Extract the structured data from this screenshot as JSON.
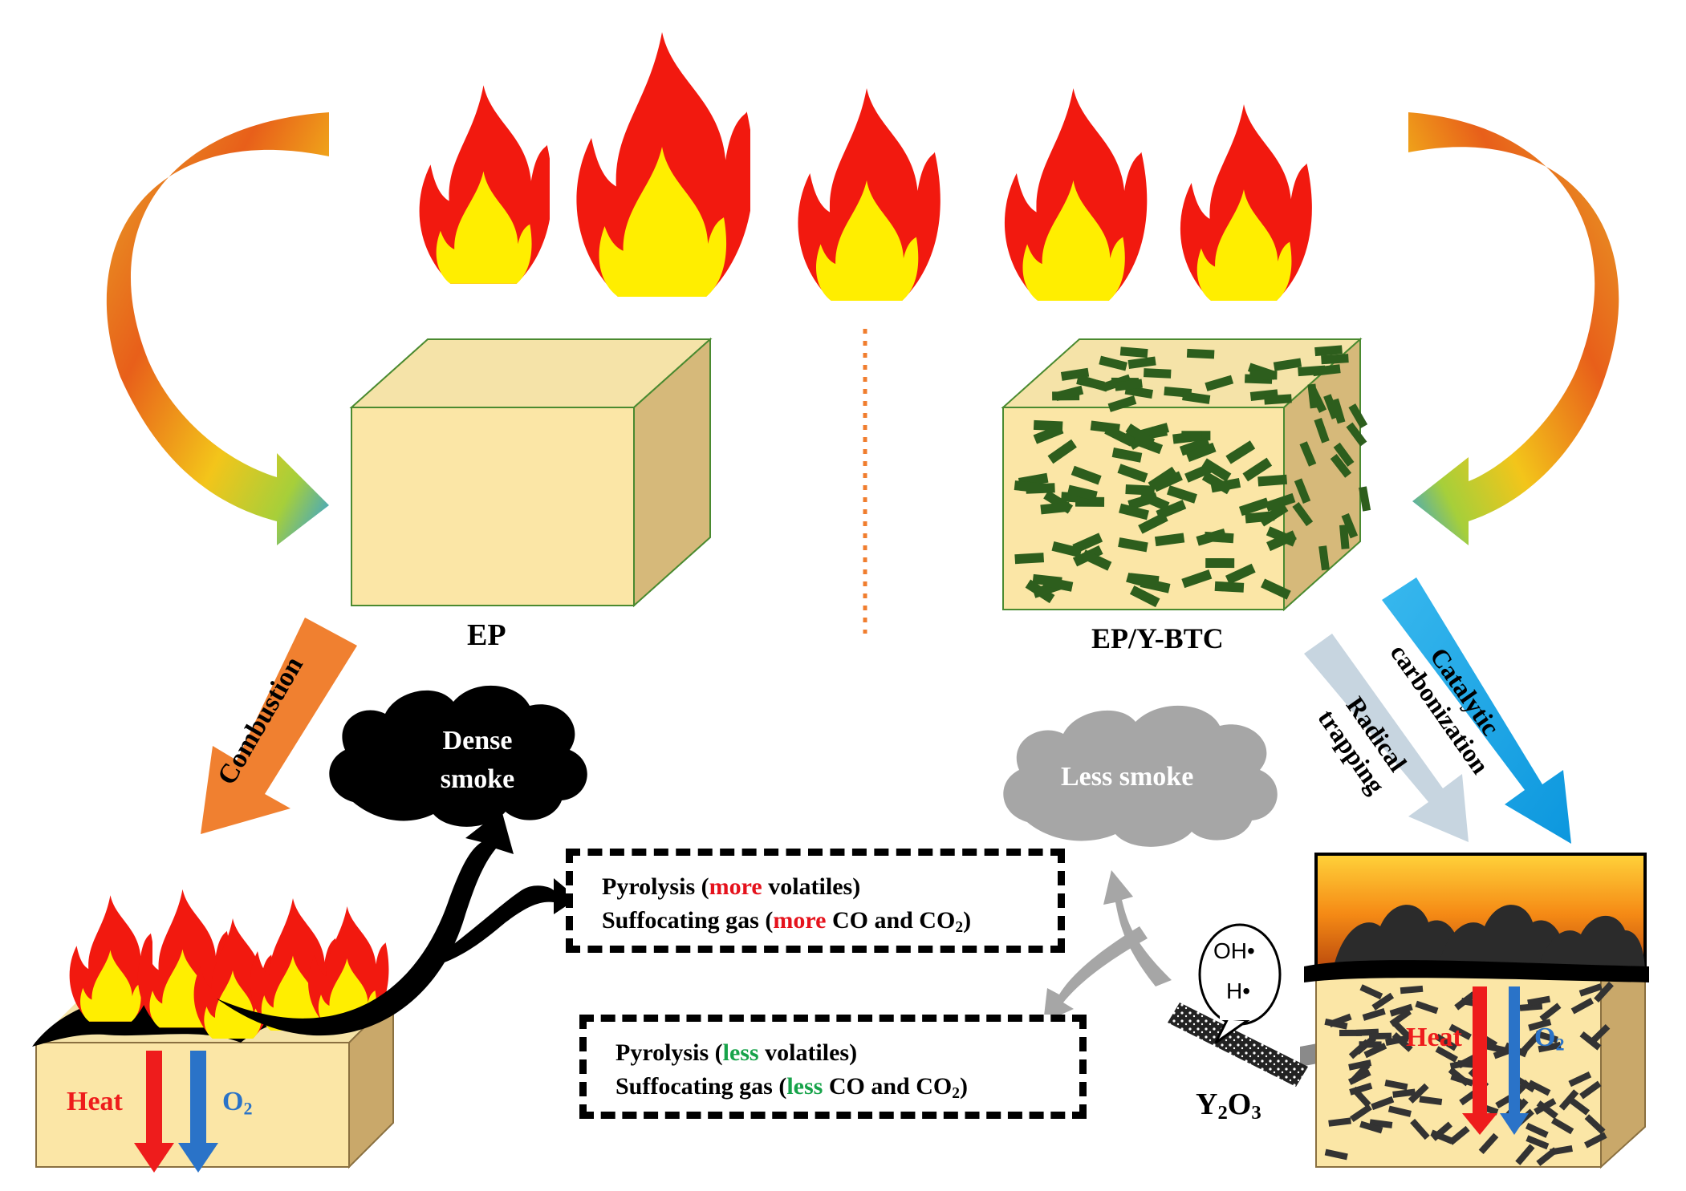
{
  "labels": {
    "ep": "EP",
    "ep_ybtc": "EP/Y-BTC",
    "combustion": "Combustion",
    "catalytic": "Catalytic",
    "carbonization": "carbonization",
    "radical": "Radical",
    "trapping": "trapping",
    "dense": "Dense",
    "smoke": "smoke",
    "less_smoke": "Less smoke",
    "heat": "Heat",
    "o2_main": "O",
    "o2_sub": "2",
    "y2o3_y": "Y",
    "y2o3_sub1": "2",
    "y2o3_o": "O",
    "y2o3_sub2": "3",
    "oh": "OH•",
    "h": "H•"
  },
  "box_more": {
    "line1_prefix": "Pyrolysis (",
    "line1_highlight": "more",
    "line1_suffix": " volatiles)",
    "line2_prefix": "Suffocating gas (",
    "line2_highlight": "more",
    "line2_suffix": " CO and CO",
    "line2_sub": "2",
    "line2_end": ")"
  },
  "box_less": {
    "line1_prefix": "Pyrolysis (",
    "line1_highlight": "less",
    "line1_suffix": " volatiles)",
    "line2_prefix": "Suffocating gas (",
    "line2_highlight": "less",
    "line2_suffix": " CO and CO",
    "line2_sub": "2",
    "line2_end": ")"
  },
  "colors": {
    "flame_red": "#f2190f",
    "flame_yellow": "#ffee00",
    "cube_face": "#fbe6a6",
    "cube_side": "#d6b97a",
    "cube_top": "#f5e3a8",
    "filler": "#2d5e1d",
    "heat": "#ee1c1c",
    "oxygen": "#2a73c8",
    "combustion_arrow": "#f08030",
    "catalytic_arrow": "#1aa9e6",
    "radical_arrow": "#c7d5e0",
    "smoke_dense": "#000000",
    "smoke_less": "#a6a6a6"
  },
  "icons": [
    "flame-icon",
    "cube-icon",
    "cloud-icon",
    "curved-arrow-icon",
    "rod-icon",
    "speech-bubble-icon"
  ]
}
